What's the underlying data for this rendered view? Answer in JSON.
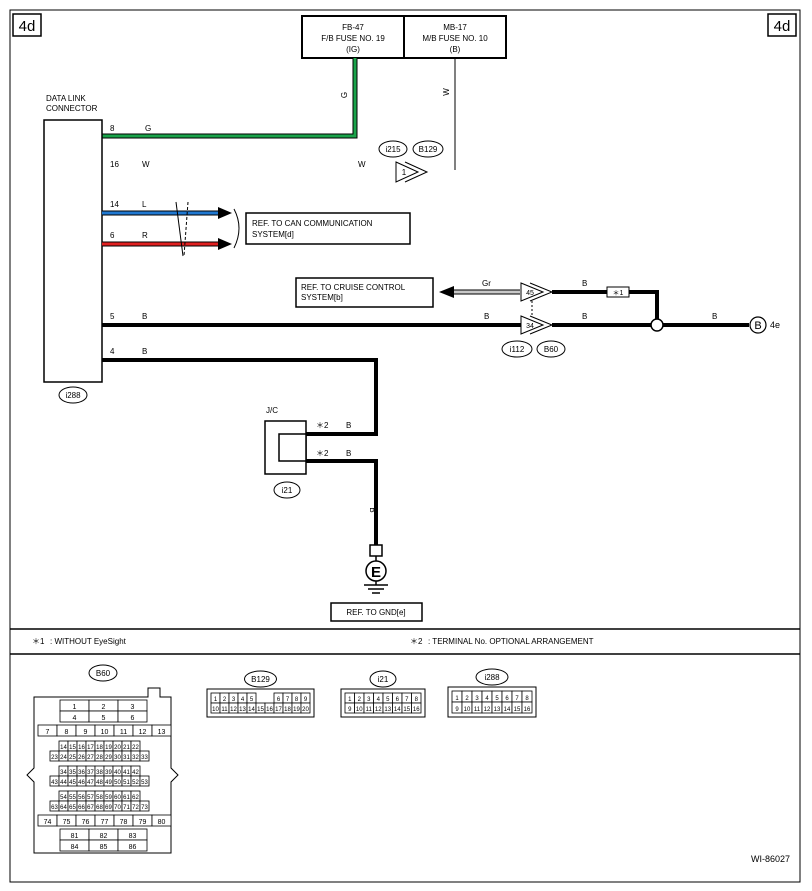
{
  "page_tags": {
    "left": "4d",
    "right": "4d"
  },
  "fuses": {
    "fb": {
      "line1": "FB-47",
      "line2": "F/B FUSE NO. 19",
      "line3": "(IG)"
    },
    "mb": {
      "line1": "MB-17",
      "line2": "M/B FUSE NO. 10",
      "line3": "(B)"
    }
  },
  "wire_labels": {
    "g": "G",
    "w": "W",
    "l": "L",
    "r": "R",
    "b": "B",
    "gr": "Gr"
  },
  "dlc": {
    "title_line1": "DATA LINK",
    "title_line2": "CONNECTOR",
    "pins": [
      "8",
      "16",
      "14",
      "6",
      "5",
      "4"
    ],
    "connector_id": "i288"
  },
  "connector_refs": {
    "i215": "i215",
    "b129": "B129",
    "pin_1": "1",
    "i112": "i112",
    "b60": "B60",
    "pin_45": "45",
    "pin_34": "34"
  },
  "refs": {
    "can_line1": "REF. TO CAN COMMUNICATION",
    "can_line2": "SYSTEM[d]",
    "cruise_line1": "REF. TO CRUISE CONTROL",
    "cruise_line2": "SYSTEM[b]",
    "gnd": "REF. TO GND[e]"
  },
  "star1_tag": "＊1",
  "continuation": {
    "symbol": "B",
    "page": "4e"
  },
  "jc": {
    "label": "J/C",
    "connector_id": "i21",
    "pin_note": "＊2"
  },
  "ground_symbol": "E",
  "notes": {
    "note1_mark": "＊1",
    "note1_text": ": WITHOUT EyeSight",
    "note2_mark": "＊2",
    "note2_text": ": TERMINAL No. OPTIONAL ARRANGEMENT"
  },
  "connector_views": {
    "b60": {
      "label": "B60",
      "rows": [
        [
          "1",
          "2",
          "3"
        ],
        [
          "4",
          "5",
          "6"
        ],
        [
          "7",
          "8",
          "9",
          "10",
          "11",
          "12",
          "13"
        ],
        [
          "14",
          "15",
          "16",
          "17",
          "18",
          "19",
          "20",
          "21",
          "22"
        ],
        [
          "23",
          "24",
          "25",
          "26",
          "27",
          "28",
          "29",
          "30",
          "31",
          "32",
          "33"
        ],
        [
          "34",
          "35",
          "36",
          "37",
          "38",
          "39",
          "40",
          "41",
          "42"
        ],
        [
          "43",
          "44",
          "45",
          "46",
          "47",
          "48",
          "49",
          "50",
          "51",
          "52",
          "53"
        ],
        [
          "54",
          "55",
          "56",
          "57",
          "58",
          "59",
          "60",
          "61",
          "62"
        ],
        [
          "63",
          "64",
          "65",
          "66",
          "67",
          "68",
          "69",
          "70",
          "71",
          "72",
          "73"
        ],
        [
          "74",
          "75",
          "76",
          "77",
          "78",
          "79",
          "80"
        ],
        [
          "81",
          "82",
          "83"
        ],
        [
          "84",
          "85",
          "86"
        ]
      ]
    },
    "b129": {
      "label": "B129",
      "rows": [
        [
          "1",
          "2",
          "3",
          "4",
          "5",
          "",
          "",
          "6",
          "7",
          "8",
          "9"
        ],
        [
          "10",
          "11",
          "12",
          "13",
          "14",
          "15",
          "16",
          "17",
          "18",
          "19",
          "20"
        ]
      ]
    },
    "i21": {
      "label": "i21",
      "rows": [
        [
          "1",
          "2",
          "3",
          "4",
          "5",
          "6",
          "7",
          "8"
        ],
        [
          "9",
          "10",
          "11",
          "12",
          "13",
          "14",
          "15",
          "16"
        ]
      ]
    },
    "i288": {
      "label": "i288",
      "rows": [
        [
          "1",
          "2",
          "3",
          "4",
          "5",
          "6",
          "7",
          "8"
        ],
        [
          "9",
          "10",
          "11",
          "12",
          "13",
          "14",
          "15",
          "16"
        ]
      ]
    }
  },
  "footer_code": "WI-86027",
  "colors": {
    "green_wire": "#1aa34a",
    "blue_wire": "#1f78d1",
    "red_wire": "#e02020",
    "gray_arrow": "#c8c8c8"
  }
}
